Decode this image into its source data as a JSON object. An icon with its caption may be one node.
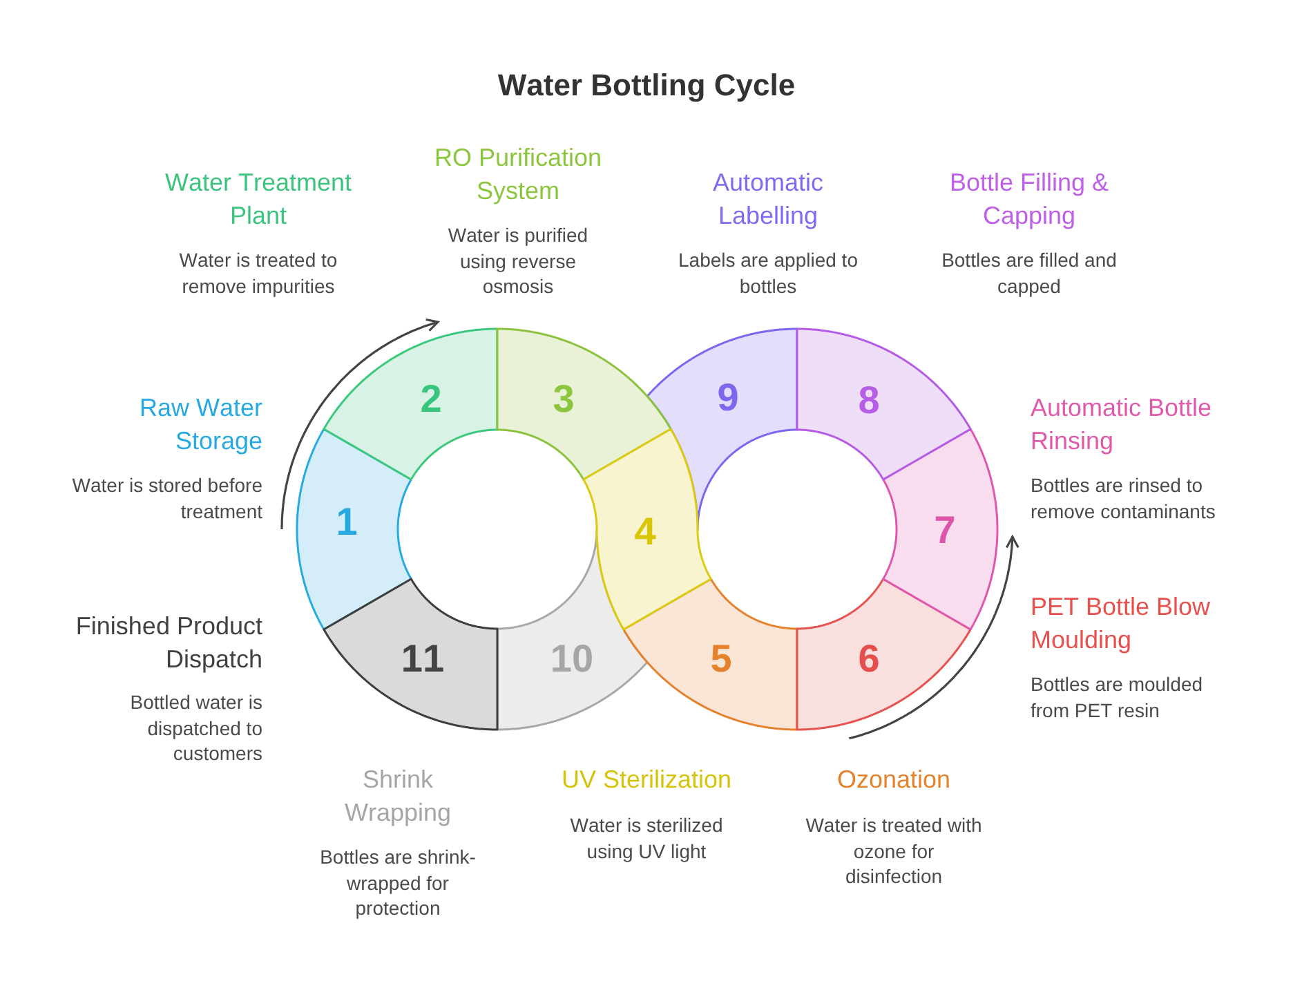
{
  "diagram": {
    "title": "Water Bottling Cycle",
    "nodes": [
      {
        "text": [
          "1"
        ],
        "beside": [
          "Raw Water Storage",
          "Water is stored before treatment"
        ]
      },
      {
        "text": [
          "2"
        ],
        "beside": [
          "Water Treatment Plant",
          "Water is treated to remove impurities"
        ]
      },
      {
        "text": [
          "3"
        ],
        "beside": [
          "RO Purification System",
          "Water is purified using reverse osmosis"
        ]
      },
      {
        "text": [
          "4"
        ],
        "beside": [
          "UV Sterilization",
          "Water is sterilized using UV light"
        ]
      },
      {
        "text": [
          "5"
        ],
        "beside": [
          "Ozonation",
          "Water is treated with ozone for disinfection"
        ]
      },
      {
        "text": [
          "6"
        ],
        "beside": [
          "PET Bottle Blow Moulding",
          "Bottles are moulded from PET resin"
        ]
      },
      {
        "text": [
          "7"
        ],
        "beside": [
          "Automatic Bottle Rinsing",
          "Bottles are rinsed to remove contaminants"
        ]
      },
      {
        "text": [
          "8"
        ],
        "beside": [
          "Bottle Filling & Capping",
          "Bottles are filled and capped"
        ]
      },
      {
        "text": [
          "9"
        ],
        "beside": [
          "Automatic Labelling",
          "Labels are applied to bottles"
        ]
      },
      {
        "text": [
          "10"
        ],
        "beside": [
          "Shrink Wrapping",
          "Bottles are shrink-wrapped for protection"
        ]
      },
      {
        "text": [
          "11"
        ],
        "beside": [
          "Finished Product Dispatch",
          "Bottled water is dispatched to customers"
        ]
      }
    ]
  }
}
